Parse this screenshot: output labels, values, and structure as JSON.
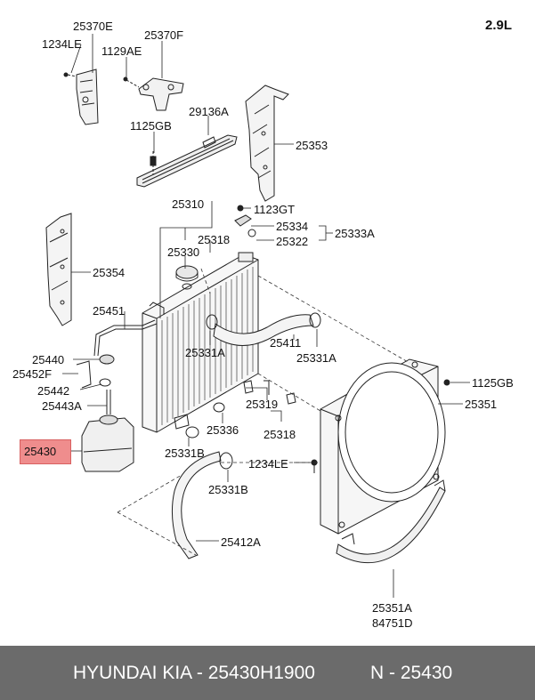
{
  "engine": "2.9L",
  "highlight": "25430",
  "labels": {
    "l25370E": "25370E",
    "l1234LE_a": "1234LE",
    "l1129AE": "1129AE",
    "l25370F": "25370F",
    "l29136A": "29136A",
    "l1125GB_a": "1125GB",
    "l25353": "25353",
    "l25310": "25310",
    "l25318_a": "25318",
    "l25330": "25330",
    "l1123GT": "1123GT",
    "l25334": "25334",
    "l25322": "25322",
    "l25333A": "25333A",
    "l25354": "25354",
    "l25451": "25451",
    "l25440": "25440",
    "l25452F": "25452F",
    "l25442": "25442",
    "l25443A": "25443A",
    "l25331A_a": "25331A",
    "l25411": "25411",
    "l25331A_b": "25331A",
    "l1125GB_b": "1125GB",
    "l25351": "25351",
    "l25319": "25319",
    "l25318_b": "25318",
    "l25336": "25336",
    "l25331B_a": "25331B",
    "l1234LE_b": "1234LE",
    "l25331B_b": "25331B",
    "l25412A": "25412A",
    "l25351A": "25351A",
    "l84751D": "84751D"
  },
  "footer": {
    "left": "HYUNDAI  KIA - 25430H1900",
    "right": "N - 25430"
  }
}
